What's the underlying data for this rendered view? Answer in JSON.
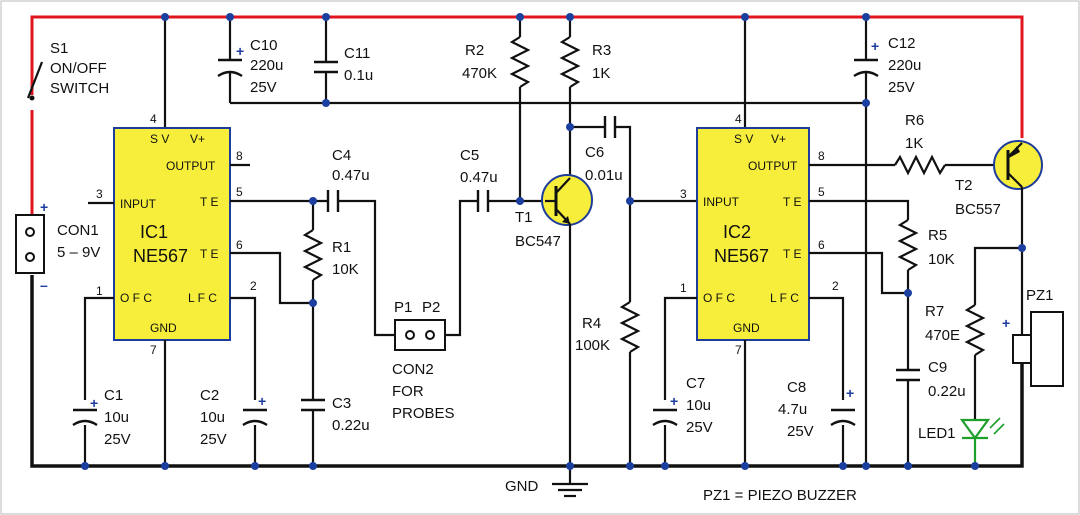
{
  "colors": {
    "supply": "#e0161f",
    "ic_fill": "#f6ee3a",
    "ic_border": "#1e3c9c",
    "node": "#1a3f9e",
    "led": "#1e9e2b"
  },
  "s1": {
    "name": "S1",
    "line1": "ON/OFF",
    "line2": "SWITCH"
  },
  "con1": {
    "name": "CON1",
    "value": "5 – 9V",
    "plus": "+",
    "minus": "–"
  },
  "ic1": {
    "name": "IC1",
    "part": "NE567",
    "sv": "S V",
    "vplus": "V+",
    "input": "INPUT",
    "output": "OUTPUT",
    "te1": "T E",
    "te2": "T E",
    "ofc": "O F C",
    "lfc": "L F C",
    "gnd": "GND",
    "pins": {
      "p4": "4",
      "p8": "8",
      "p3": "3",
      "p5": "5",
      "p6": "6",
      "p1": "1",
      "p2": "2",
      "p7": "7"
    }
  },
  "ic2": {
    "name": "IC2",
    "part": "NE567",
    "sv": "S V",
    "vplus": "V+",
    "input": "INPUT",
    "output": "OUTPUT",
    "te1": "T E",
    "te2": "T E",
    "ofc": "O F C",
    "lfc": "L F C",
    "gnd": "GND",
    "pins": {
      "p4": "4",
      "p8": "8",
      "p3": "3",
      "p5": "5",
      "p6": "6",
      "p1": "1",
      "p2": "2",
      "p7": "7"
    }
  },
  "c10": {
    "name": "C10",
    "value": "220u",
    "volt": "25V"
  },
  "c11": {
    "name": "C11",
    "value": "0.1u"
  },
  "c4": {
    "name": "C4",
    "value": "0.47u"
  },
  "c5": {
    "name": "C5",
    "value": "0.47u"
  },
  "r1": {
    "name": "R1",
    "value": "10K"
  },
  "r2": {
    "name": "R2",
    "value": "470K"
  },
  "r3": {
    "name": "R3",
    "value": "1K"
  },
  "r4": {
    "name": "R4",
    "value": "100K"
  },
  "r5": {
    "name": "R5",
    "value": "10K"
  },
  "r6": {
    "name": "R6",
    "value": "1K"
  },
  "r7": {
    "name": "R7",
    "value": "470E"
  },
  "c1": {
    "name": "C1",
    "value": "10u",
    "volt": "25V"
  },
  "c2": {
    "name": "C2",
    "value": "10u",
    "volt": "25V"
  },
  "c3": {
    "name": "C3",
    "value": "0.22u"
  },
  "c6": {
    "name": "C6",
    "value": "0.01u"
  },
  "c7": {
    "name": "C7",
    "value": "10u",
    "volt": "25V"
  },
  "c8": {
    "name": "C8",
    "value": "4.7u",
    "volt": "25V"
  },
  "c9": {
    "name": "C9",
    "value": "0.22u"
  },
  "c12": {
    "name": "C12",
    "value": "220u",
    "volt": "25V"
  },
  "t1": {
    "name": "T1",
    "part": "BC547"
  },
  "t2": {
    "name": "T2",
    "part": "BC557"
  },
  "con2": {
    "p1": "P1",
    "p2": "P2",
    "name": "CON2",
    "line2": "FOR",
    "line3": "PROBES"
  },
  "led1": {
    "name": "LED1"
  },
  "pz1": {
    "name": "PZ1",
    "plus": "+"
  },
  "gnd_label": "GND",
  "note": "PZ1 = PIEZO BUZZER"
}
